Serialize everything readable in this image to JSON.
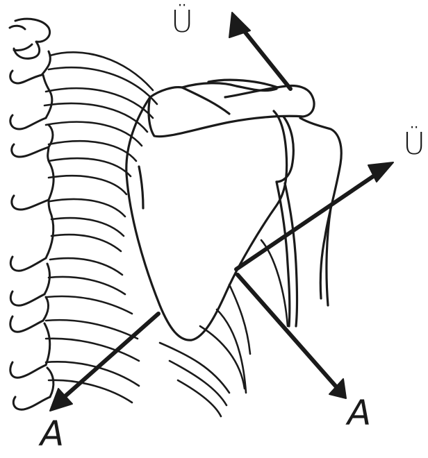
{
  "labels": {
    "top": "Ü",
    "right": "Ü",
    "bottom_left": "A",
    "bottom_right": "A"
  },
  "style": {
    "stroke_color": "#1a1a1a",
    "background": "#ffffff"
  }
}
